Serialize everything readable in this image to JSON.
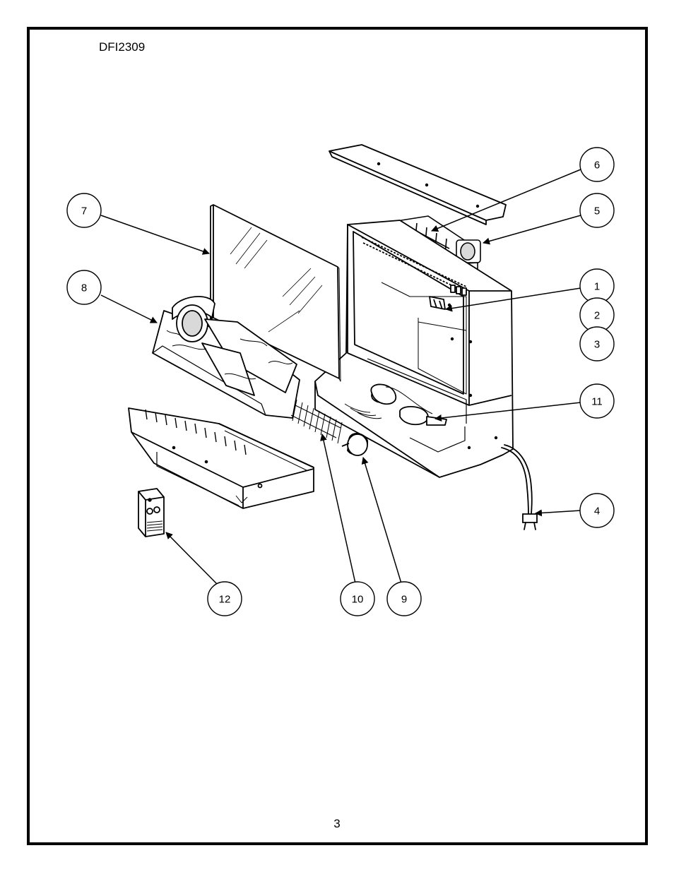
{
  "header": {
    "model": "DFI2309"
  },
  "footer": {
    "page_number": "3"
  },
  "colors": {
    "ink": "#000000",
    "paper": "#ffffff",
    "shade": "#d9d9d9"
  },
  "callouts": [
    {
      "id": "c1",
      "label": "1"
    },
    {
      "id": "c2",
      "label": "2"
    },
    {
      "id": "c3",
      "label": "3"
    },
    {
      "id": "c4",
      "label": "4"
    },
    {
      "id": "c5",
      "label": "5"
    },
    {
      "id": "c6",
      "label": "6"
    },
    {
      "id": "c7",
      "label": "7"
    },
    {
      "id": "c8",
      "label": "8"
    },
    {
      "id": "c9",
      "label": "9"
    },
    {
      "id": "c10",
      "label": "10"
    },
    {
      "id": "c11",
      "label": "11"
    },
    {
      "id": "c12",
      "label": "12"
    }
  ]
}
